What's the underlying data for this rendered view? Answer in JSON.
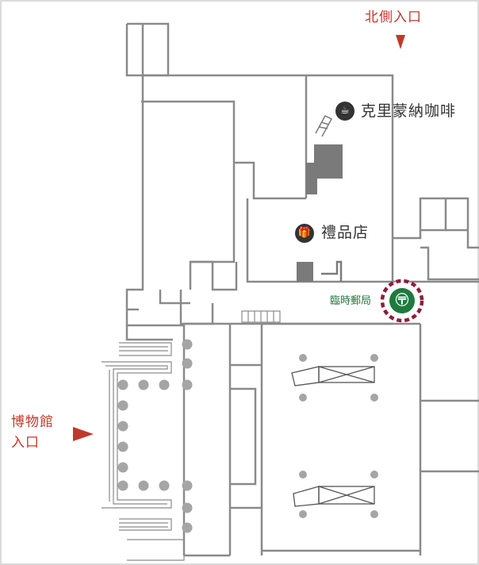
{
  "colors": {
    "wall": "#8a8a8a",
    "entrance": "#c0392b",
    "post_office": "#1f7a3f",
    "post_ring": "#8b1f3a",
    "icon_dark": "#333333",
    "column": "#a5a5a5"
  },
  "labels": {
    "north_entrance": "北側入口",
    "museum_entrance_line1": "博物館",
    "museum_entrance_line2": "入口",
    "cafe": "克里蒙納咖啡",
    "gift_shop": "禮品店",
    "post_office": "臨時郵局"
  },
  "icons": {
    "cafe": "coffee-cup-icon",
    "gift_shop": "gift-icon",
    "post_office": "post-office-icon"
  }
}
